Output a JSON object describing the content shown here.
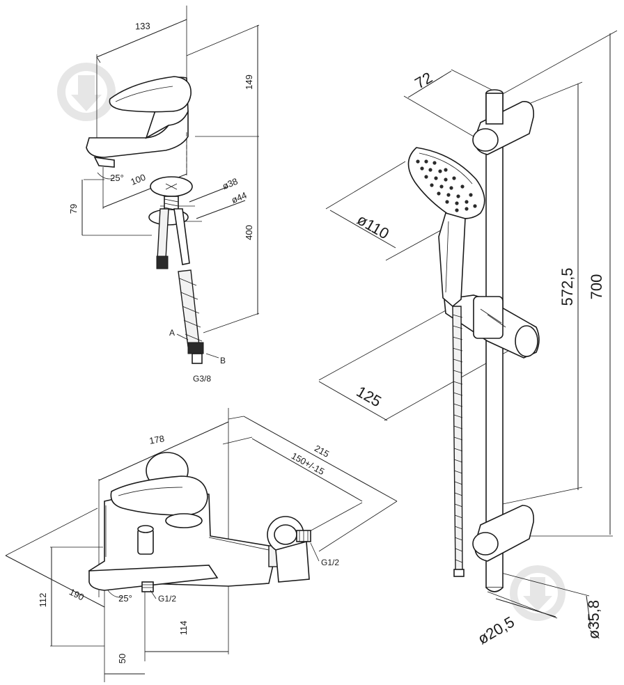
{
  "basin_mixer": {
    "dims": {
      "width_133": "133",
      "height_149": "149",
      "angle": "25°",
      "reach_100": "100",
      "hole_38": "ø38",
      "hole_44": "ø44",
      "spout_79": "79",
      "hose_400": "400"
    },
    "labels": {
      "a": "A",
      "b": "B",
      "thread": "G3/8"
    }
  },
  "bath_mixer": {
    "dims": {
      "width_178": "178",
      "depth_215": "215",
      "centers": "150+/-15",
      "depth_190": "190",
      "angle": "25°",
      "height_112": "112",
      "width_114": "114",
      "offset_50": "50"
    },
    "labels": {
      "thread_left": "G1/2",
      "thread_right": "G1/2"
    }
  },
  "shower_set": {
    "dims": {
      "bracket_72": "72",
      "head_110": "ø110",
      "holder_125": "125",
      "bar_5725": "572,5",
      "bar_700": "700",
      "pipe_205": "ø20,5",
      "wall_358": "ø35,8"
    }
  },
  "colors": {
    "line": "#1a1a1a",
    "watermark": "#e6e6e6"
  },
  "icons": [
    "watermark-logo-icon",
    "watermark-logo-icon"
  ]
}
